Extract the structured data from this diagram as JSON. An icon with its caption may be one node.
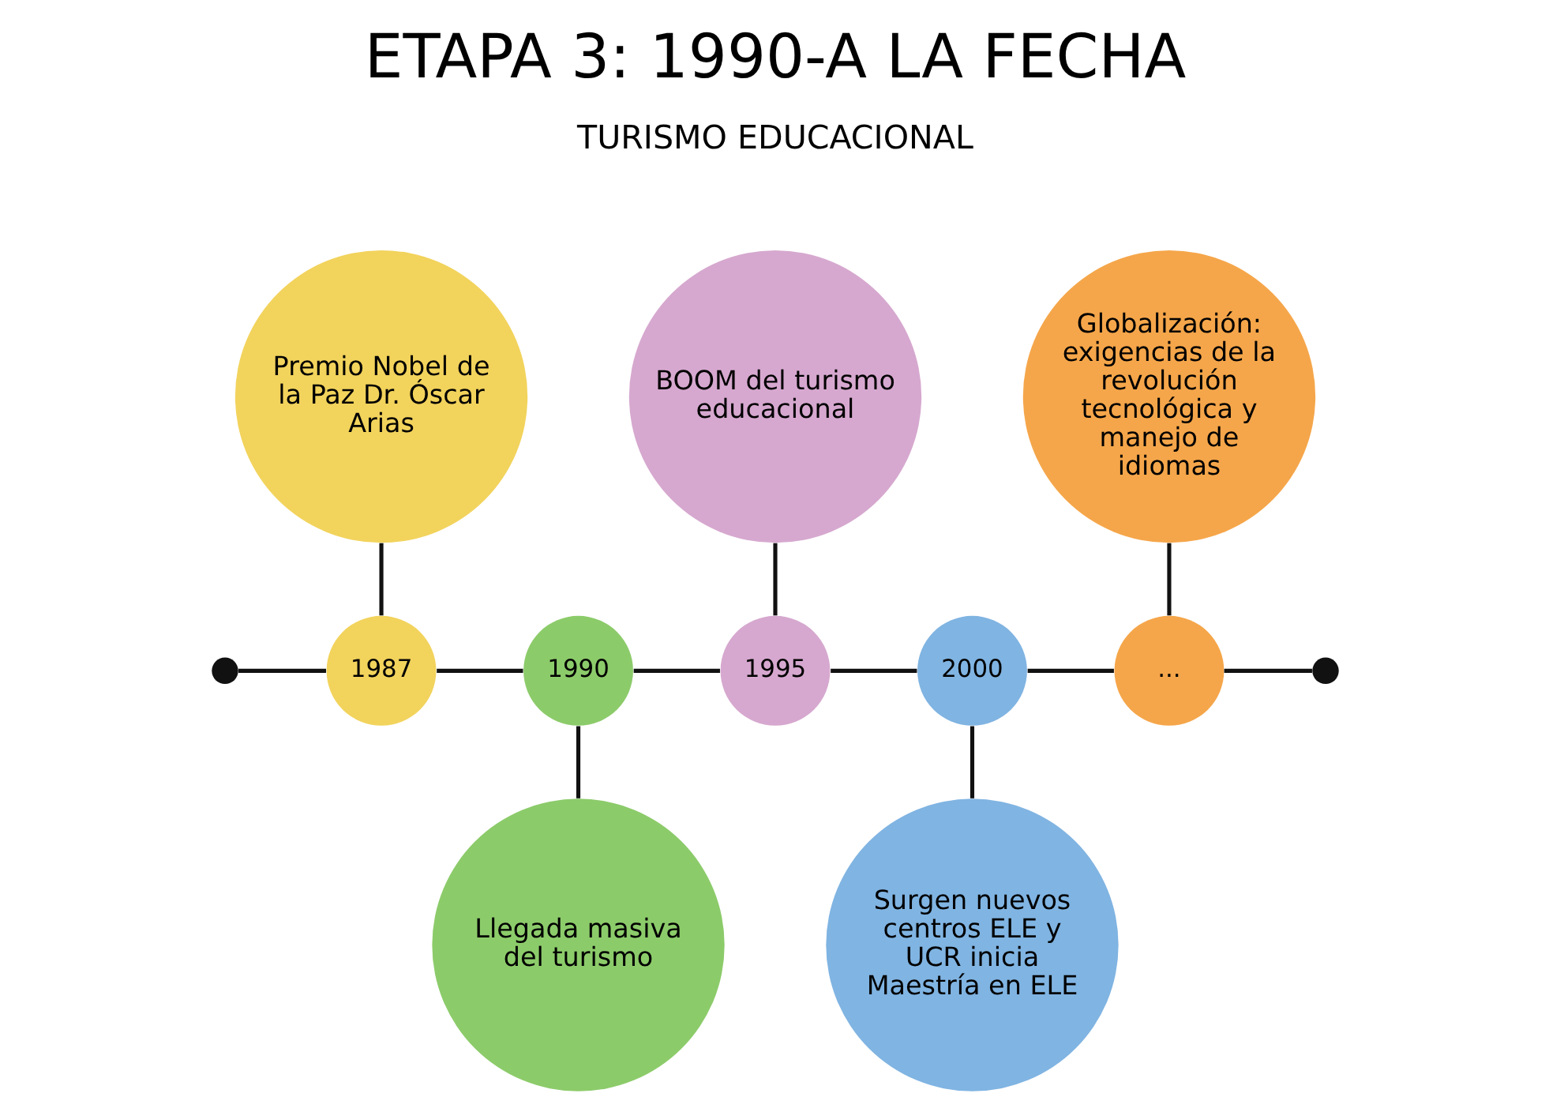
{
  "diagram": {
    "title": "ETAPA 3: 1990-A LA FECHA",
    "nodes": [
      {
        "text": [
          "Premio Nobel de la Paz Dr. Óscar Arias"
        ]
      },
      {
        "text": [
          "BOOM del turismo educacional"
        ]
      },
      {
        "text": [
          "Globalización: exigencias de la revolución tecnológica y manejo de idiomas"
        ]
      },
      {
        "text": [],
        "shape": "circle"
      },
      {
        "text": [
          "1987"
        ]
      },
      {
        "text": [
          "1990"
        ]
      },
      {
        "text": [
          "1995"
        ]
      },
      {
        "text": [
          "2000"
        ]
      },
      {
        "text": [
          "..."
        ]
      },
      {
        "text": [],
        "shape": "circle"
      },
      {
        "text": [
          "Llegada masiva del turismo"
        ]
      },
      {
        "text": [
          "Surgen nuevos centros ELE y UCR inicia Maestría en ELE"
        ]
      }
    ],
    "edges": [
      {
        "from": 3,
        "to": 4,
        "arrow": "none"
      },
      {
        "from": 4,
        "to": 5,
        "arrow": "none"
      },
      {
        "from": 5,
        "to": 6,
        "arrow": "none"
      },
      {
        "from": 6,
        "to": 7,
        "arrow": "none"
      },
      {
        "from": 7,
        "to": 8,
        "arrow": "none"
      },
      {
        "from": 8,
        "to": 9,
        "arrow": "none"
      },
      {
        "from": 0,
        "to": 4,
        "arrow": "none"
      },
      {
        "from": 1,
        "to": 6,
        "arrow": "none"
      },
      {
        "from": 2,
        "to": 8,
        "arrow": "none"
      },
      {
        "from": 5,
        "to": 10,
        "arrow": "none"
      },
      {
        "from": 7,
        "to": 11,
        "arrow": "none"
      }
    ],
    "labels": [
      "TURISMO EDUCACIONAL"
    ]
  }
}
